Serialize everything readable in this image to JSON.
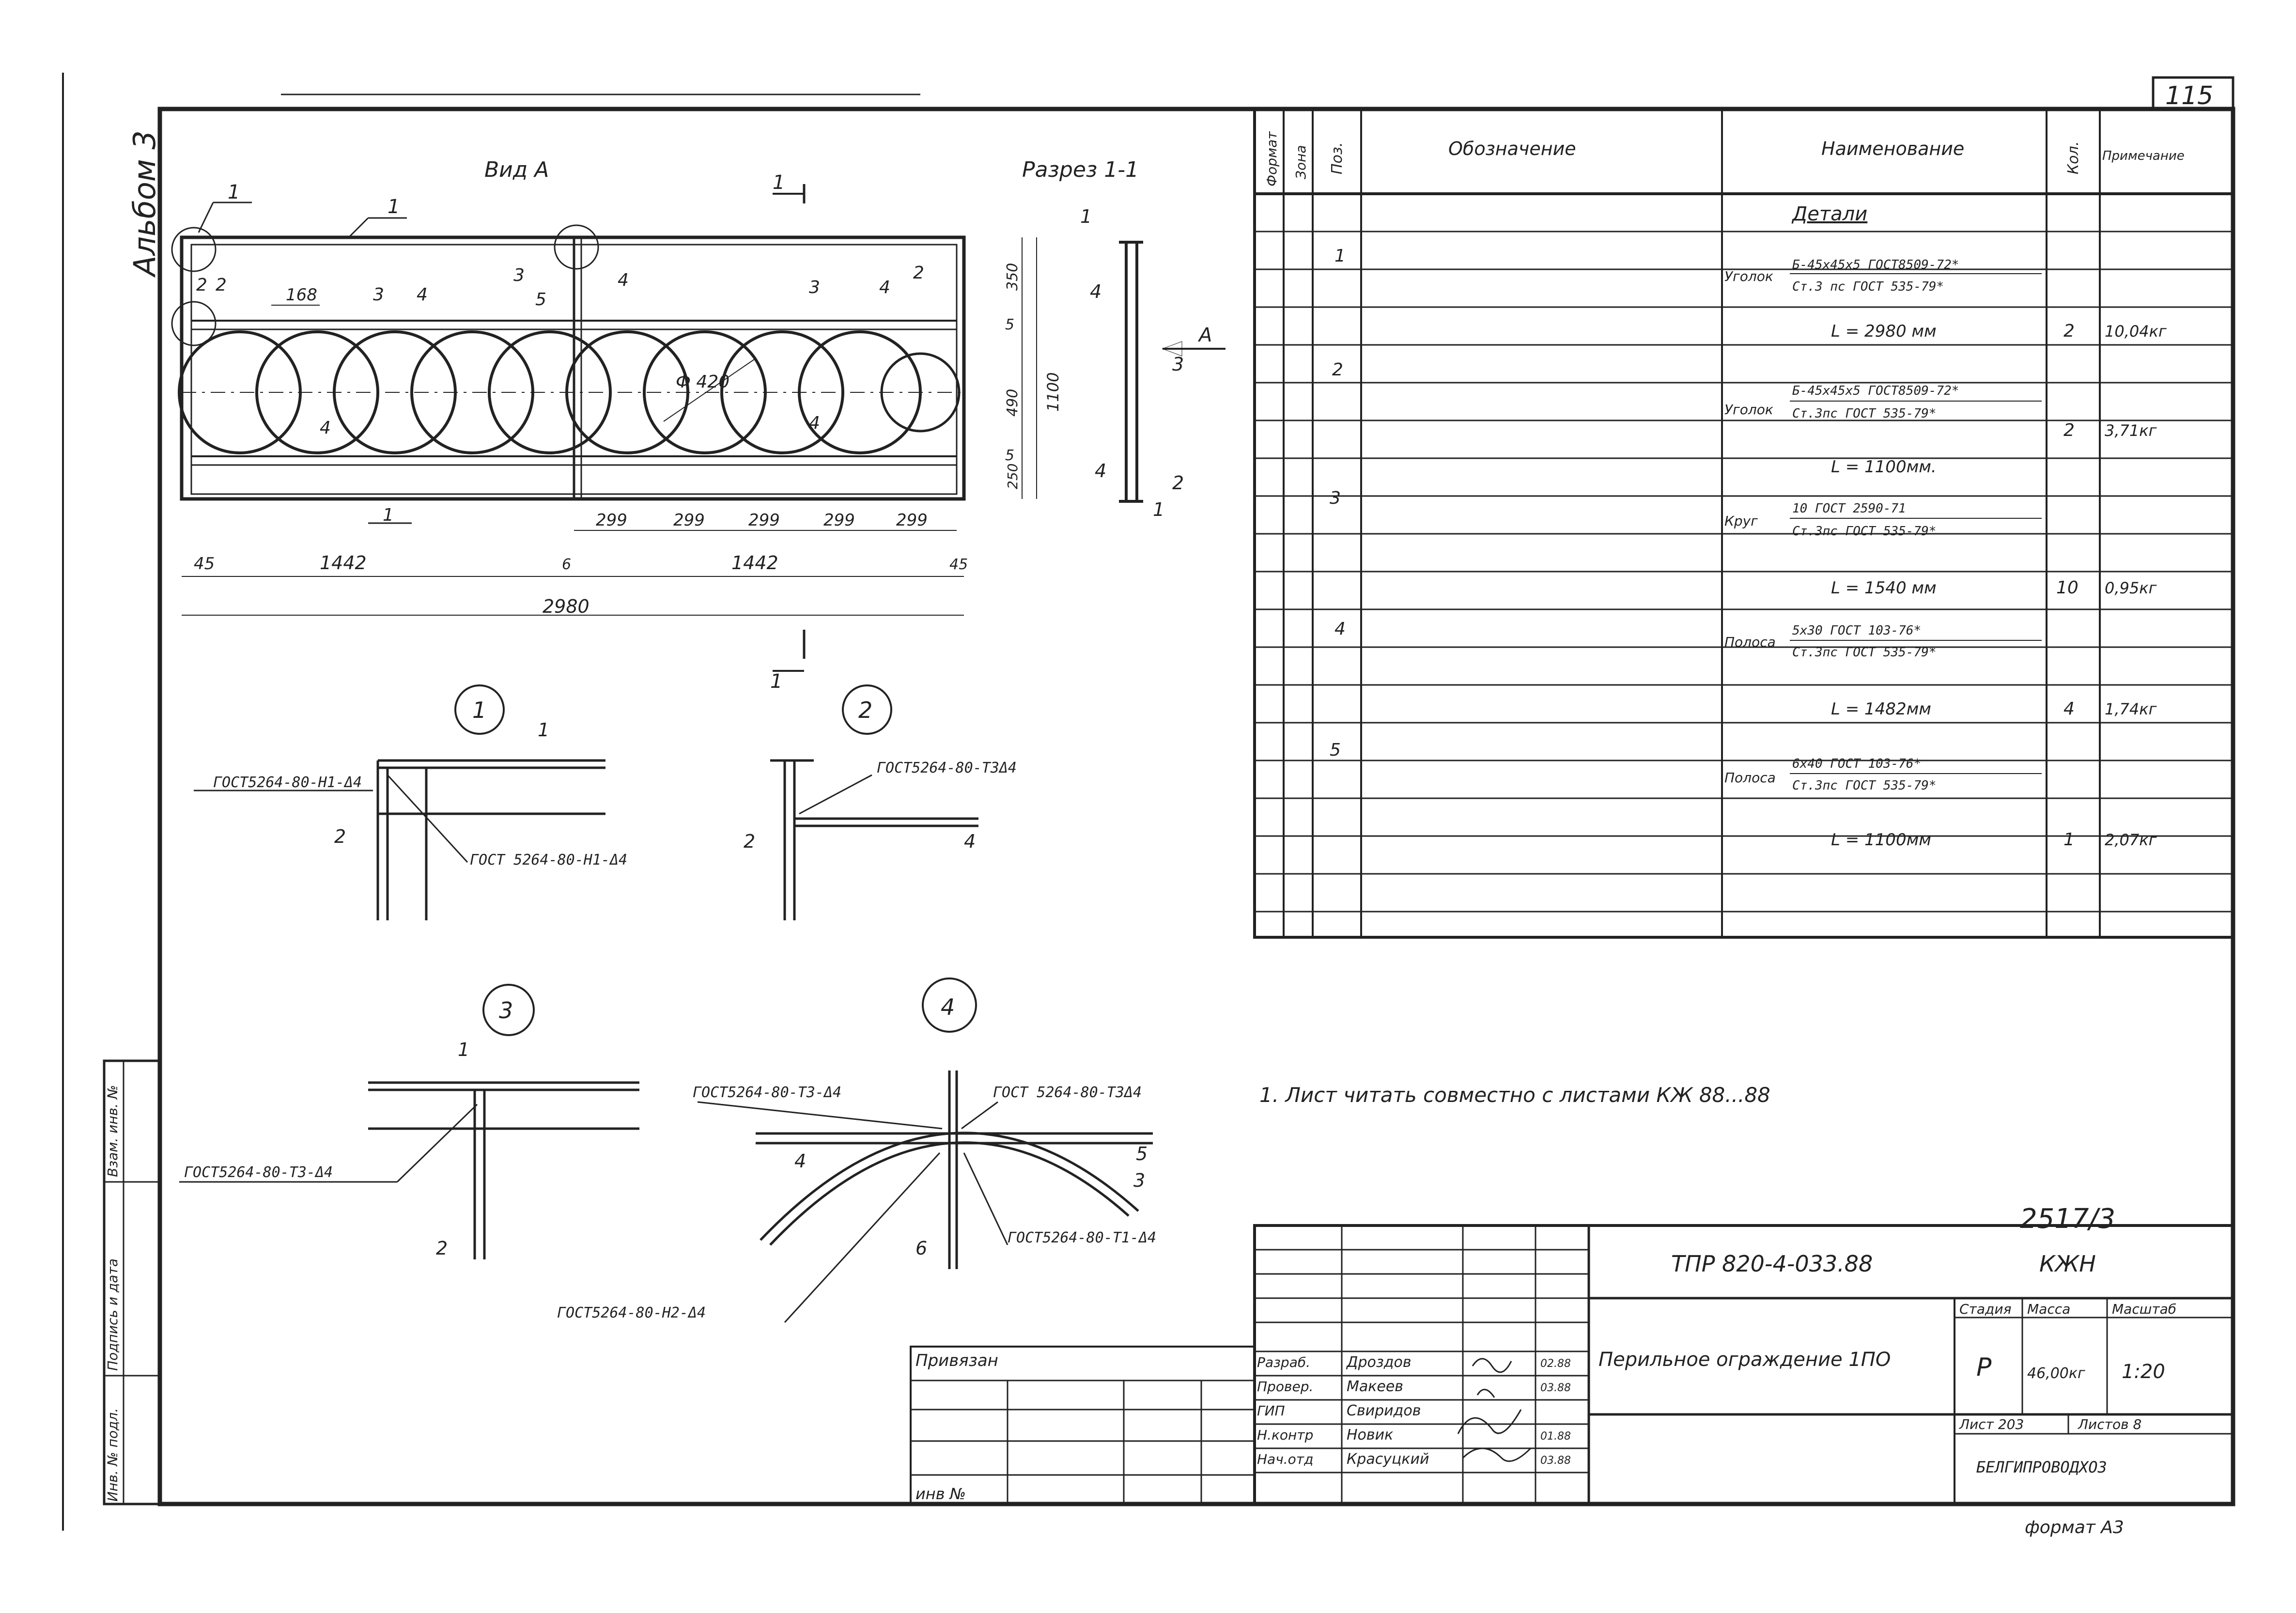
{
  "page_number": "115",
  "album": "Альбом 3",
  "view": {
    "title": "Вид А",
    "section_title": "Разрез 1-1",
    "callouts": [
      "1",
      "2",
      "3",
      "4",
      "5"
    ],
    "dims": {
      "d168": "168",
      "phi": "Ф 420",
      "h350": "350",
      "h490": "490",
      "h250": "250",
      "h1100": "1100",
      "spacing": [
        "299",
        "299",
        "299",
        "299",
        "299"
      ],
      "bottom": [
        "45",
        "1442",
        "6",
        "1442",
        "45"
      ],
      "total": "2980"
    },
    "section_marks": [
      "1",
      "1"
    ],
    "arrow_label": "А"
  },
  "details": [
    {
      "num": "1",
      "gost_a": "ГОСТ5264-80-Н1-Δ4",
      "gost_b": "ГОСТ 5264-80-Н1-Δ4",
      "parts": [
        "1",
        "2"
      ]
    },
    {
      "num": "2",
      "gost_a": "ГОСТ5264-80-Т3Δ4",
      "parts": [
        "2",
        "4"
      ]
    },
    {
      "num": "3",
      "gost_a": "ГОСТ5264-80-Т3-Δ4",
      "parts": [
        "1",
        "2"
      ]
    },
    {
      "num": "4",
      "gost_a": "ГОСТ5264-80-Т3-Δ4",
      "gost_b": "ГОСТ 5264-80-Т3Δ4",
      "gost_c": "ГОСТ5264-80-Т1-Δ4",
      "gost_d": "ГОСТ5264-80-Н2-Δ4",
      "parts": [
        "4",
        "5",
        "3",
        "6"
      ]
    }
  ],
  "spec": {
    "headers": [
      "Формат",
      "Зона",
      "Поз.",
      "Обозначение",
      "Наименование",
      "Кол.",
      "Примечание"
    ],
    "section_title": "Детали",
    "rows": [
      {
        "pos": "1",
        "name_prefix": "Уголок",
        "name_top": "Б-45х45х5 ГОСТ8509-72*",
        "name_bottom": "Ст.3 пс ГОСТ 535-79*",
        "length": "L = 2980 мм",
        "qty": "2",
        "note": "10,04кг"
      },
      {
        "pos": "2",
        "name_prefix": "Уголок",
        "name_top": "Б-45х45х5 ГОСТ8509-72*",
        "name_bottom": "Ст.3пс ГОСТ 535-79*",
        "length": "L = 1100мм.",
        "qty": "2",
        "note": "3,71кг"
      },
      {
        "pos": "3",
        "name_prefix": "Круг",
        "name_top": "10 ГОСТ 2590-71",
        "name_bottom": "Ст.3пс ГОСТ 535-79*",
        "length": "L = 1540 мм",
        "qty": "10",
        "note": "0,95кг"
      },
      {
        "pos": "4",
        "name_prefix": "Полоса",
        "name_top": "5х30 ГОСТ 103-76*",
        "name_bottom": "Ст.3пс ГОСТ 535-79*",
        "length": "L = 1482мм",
        "qty": "4",
        "note": "1,74кг"
      },
      {
        "pos": "5",
        "name_prefix": "Полоса",
        "name_top": "6х40 ГОСТ 103-76*",
        "name_bottom": "Ст.3пс ГОСТ 535-79*",
        "length": "L = 1100мм",
        "qty": "1",
        "note": "2,07кг"
      }
    ]
  },
  "note": "1. Лист читать совместно с листами КЖ 88...88",
  "sheet_code": "2517/3",
  "title_block": {
    "doc_code": "ТПР 820-4-033.88",
    "mark": "КЖН",
    "title": "Перильное ограждение 1ПО",
    "stage_label": "Стадия",
    "stage": "Р",
    "mass_label": "Масса",
    "mass": "46,00кг",
    "scale_label": "Масштаб",
    "scale": "1:20",
    "sheet": "Лист 203",
    "sheets": "Листов 8",
    "org": "БЕЛГИПРОВОДХОЗ",
    "privyazan": "Привязан",
    "inv": "инв №",
    "roles": [
      {
        "role": "Разраб.",
        "name": "Дроздов",
        "date": "02.88"
      },
      {
        "role": "Провер.",
        "name": "Макеев",
        "date": "03.88"
      },
      {
        "role": "ГИП",
        "name": "Свиридов",
        "date": ""
      },
      {
        "role": "Н.контр",
        "name": "Новик",
        "date": "01.88"
      },
      {
        "role": "Нач.отд",
        "name": "Красуцкий",
        "date": "03.88"
      }
    ]
  },
  "side_stamp": {
    "inv_podl": "Инв. № подл.",
    "podpis": "Подпись и дата",
    "vzam": "Взам. инв. №"
  },
  "format": "формат А3"
}
